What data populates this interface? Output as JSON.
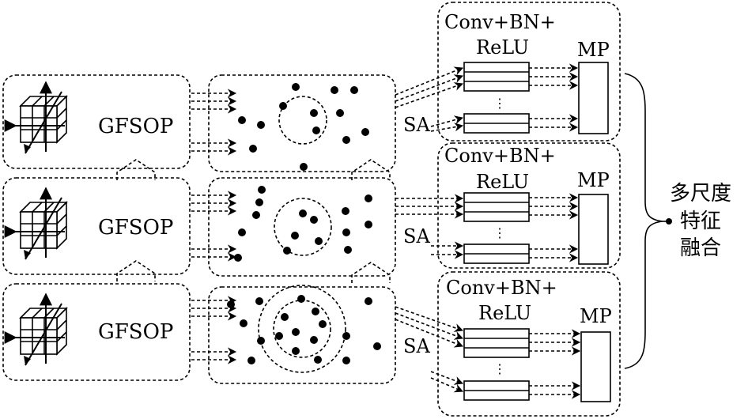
{
  "modules": [
    {
      "feature_label": "GFSOP",
      "sa_label": "SA",
      "conv_line1": "Conv+BN+",
      "conv_line2": "ReLU",
      "pool_label": "MP"
    },
    {
      "feature_label": "GFSOP",
      "sa_label": "SA",
      "conv_line1": "Conv+BN+",
      "conv_line2": "ReLU",
      "pool_label": "MP"
    },
    {
      "feature_label": "GFSOP",
      "sa_label": "SA",
      "conv_line1": "Conv+BN+",
      "conv_line2": "ReLU",
      "pool_label": "MP"
    }
  ],
  "fusion": {
    "line1": "多尺度",
    "line2": "特征",
    "line3": "融合"
  },
  "colors": {
    "stroke": "#000000",
    "background": "#ffffff"
  },
  "icons": [
    "cube-grid-icon",
    "arrow-head-icon",
    "point-dot-icon"
  ]
}
